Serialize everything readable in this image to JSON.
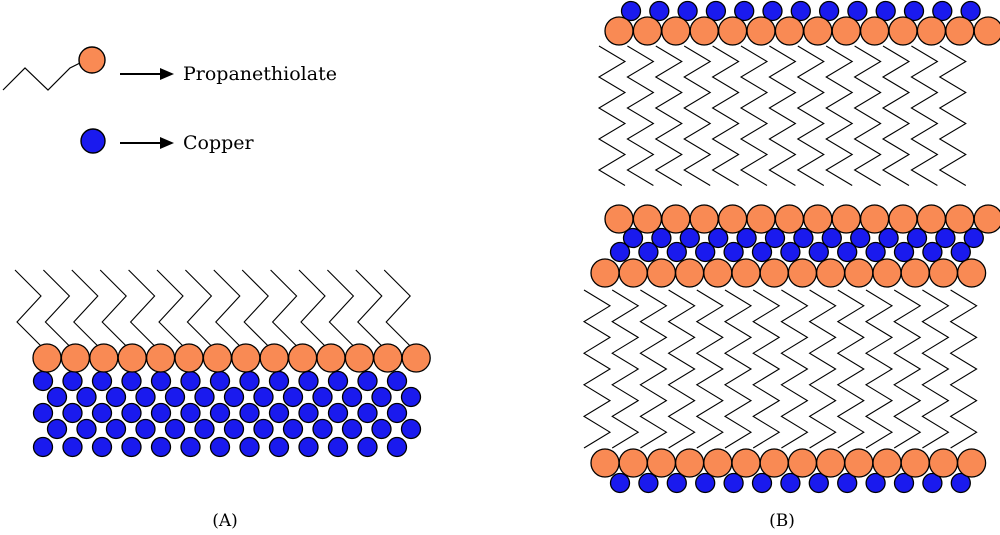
{
  "legend": {
    "items": [
      {
        "symbol": "propanethiolate",
        "label": "Propanethiolate"
      },
      {
        "symbol": "copper",
        "label": "Copper"
      }
    ]
  },
  "panels": [
    {
      "label": "(A)"
    },
    {
      "label": "(B)"
    }
  ],
  "colors": {
    "propanethiolate": "#f98a54",
    "copper": "#1a1aee",
    "outline": "#000000",
    "chain": "#000000",
    "background": "#ffffff"
  }
}
